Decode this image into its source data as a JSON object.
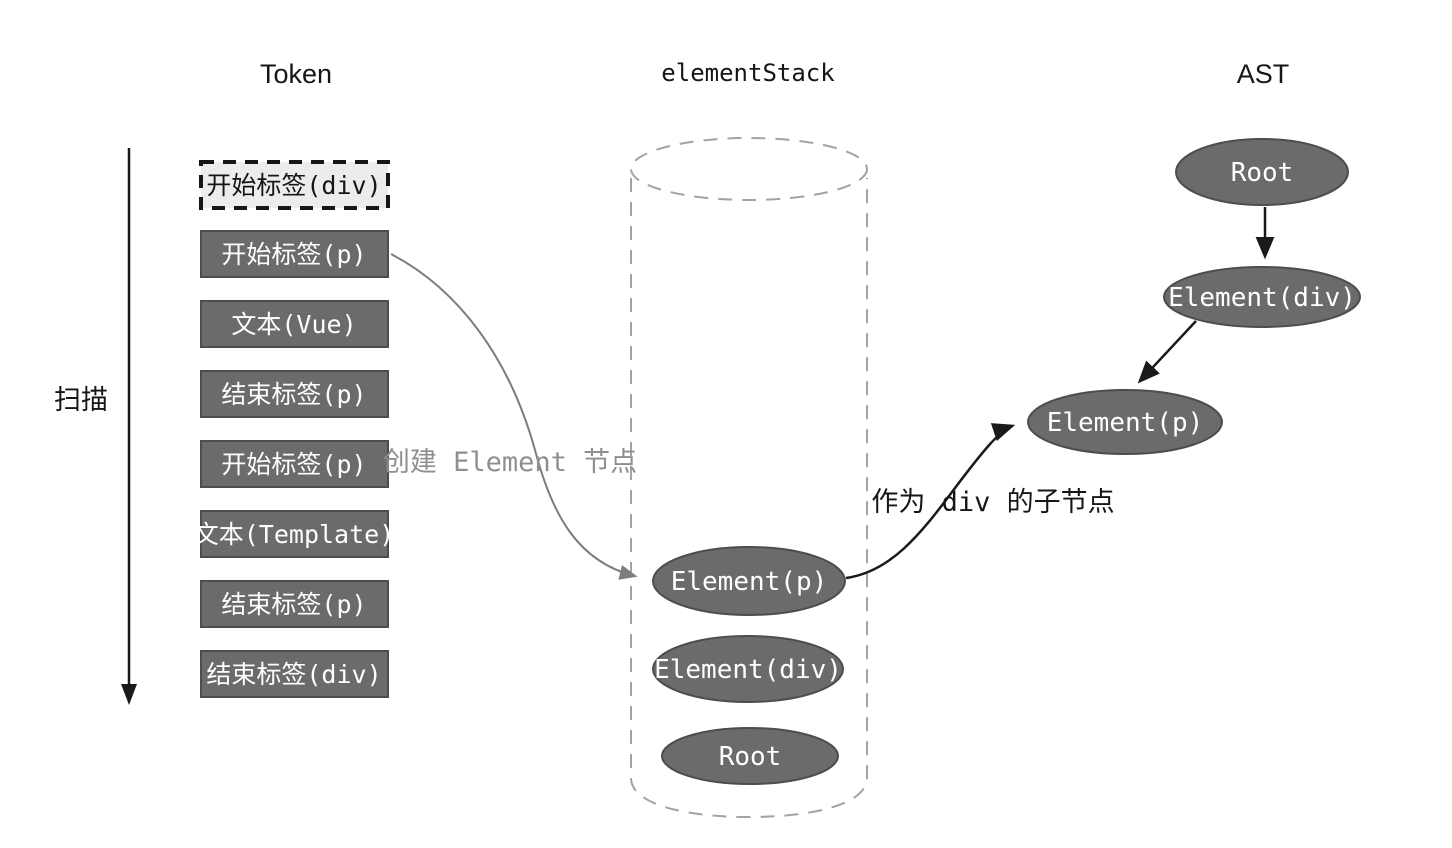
{
  "titles": {
    "token": "Token",
    "stack": "elementStack",
    "ast": "AST"
  },
  "scan": {
    "label": "扫描"
  },
  "tokens": [
    {
      "label": "开始标签(div)",
      "style": "dashed"
    },
    {
      "label": "开始标签(p)",
      "style": "solid"
    },
    {
      "label": "文本(Vue)",
      "style": "solid"
    },
    {
      "label": "结束标签(p)",
      "style": "solid"
    },
    {
      "label": "开始标签(p)",
      "style": "solid"
    },
    {
      "label": "文本(Template)",
      "style": "solid"
    },
    {
      "label": "结束标签(p)",
      "style": "solid"
    },
    {
      "label": "结束标签(div)",
      "style": "solid"
    }
  ],
  "element_stack": {
    "nodes": [
      {
        "label": "Element(p)"
      },
      {
        "label": "Element(div)"
      },
      {
        "label": "Root"
      }
    ]
  },
  "ast": {
    "nodes": [
      {
        "label": "Root"
      },
      {
        "label": "Element(div)"
      },
      {
        "label": "Element(p)"
      }
    ]
  },
  "annotations": {
    "create_element": "创建 Element 节点",
    "as_child_of_div": "作为 div 的子节点"
  },
  "colors": {
    "node_fill": "#6b6b6b",
    "node_border": "#4d4d4d",
    "token_dashed_fill": "#ececec",
    "cylinder_stroke": "#a3a3a3",
    "arrow_black": "#1a1a1a",
    "arrow_gray": "#7d7d7d",
    "annotation_gray": "#8f8f8f"
  }
}
